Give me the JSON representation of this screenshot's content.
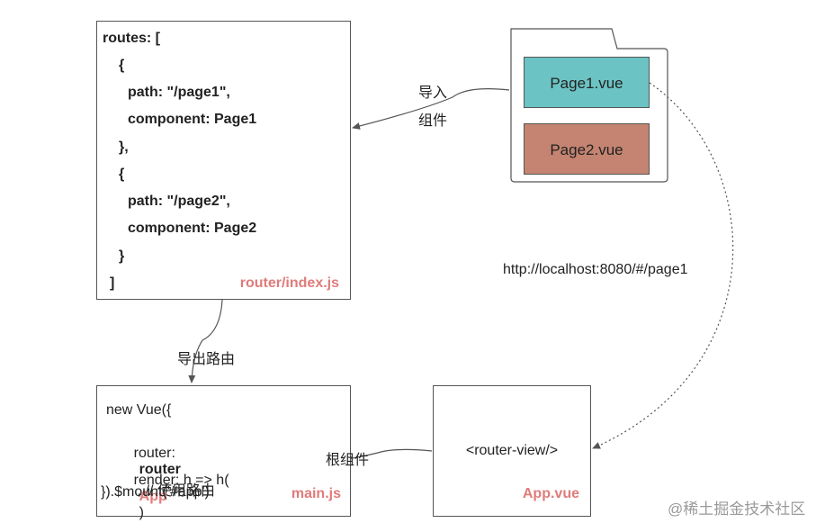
{
  "router_file": {
    "lines": [
      "routes: [",
      "{",
      "path: \"/page1\",",
      "component: Page1",
      "},",
      "{",
      "path: \"/page2\",",
      "component: Page2",
      "}",
      "]"
    ],
    "filename": "router/index.js"
  },
  "components_folder": {
    "page1": "Page1.vue",
    "page2": "Page2.vue"
  },
  "main_file": {
    "line1": "new Vue({",
    "router_key": "router:",
    "router_value": "router",
    "router_comment": ", // 使用路由",
    "render_prefix": "render: h => h(",
    "render_app": "App",
    "render_suffix": ")",
    "line4": "}).$mount('#app')",
    "filename": "main.js"
  },
  "app_file": {
    "content": "<router-view/>",
    "filename": "App.vue"
  },
  "edges": {
    "import_line1": "导入",
    "import_line2": "组件",
    "export_route": "导出路由",
    "root_component": "根组件",
    "url": "http://localhost:8080/#/page1"
  },
  "watermark": "@稀土掘金技术社区",
  "colors": {
    "filename_red": "#e07b7b",
    "page1_fill": "#6cc3c3",
    "page2_fill": "#c48471",
    "stroke": "#555555"
  }
}
